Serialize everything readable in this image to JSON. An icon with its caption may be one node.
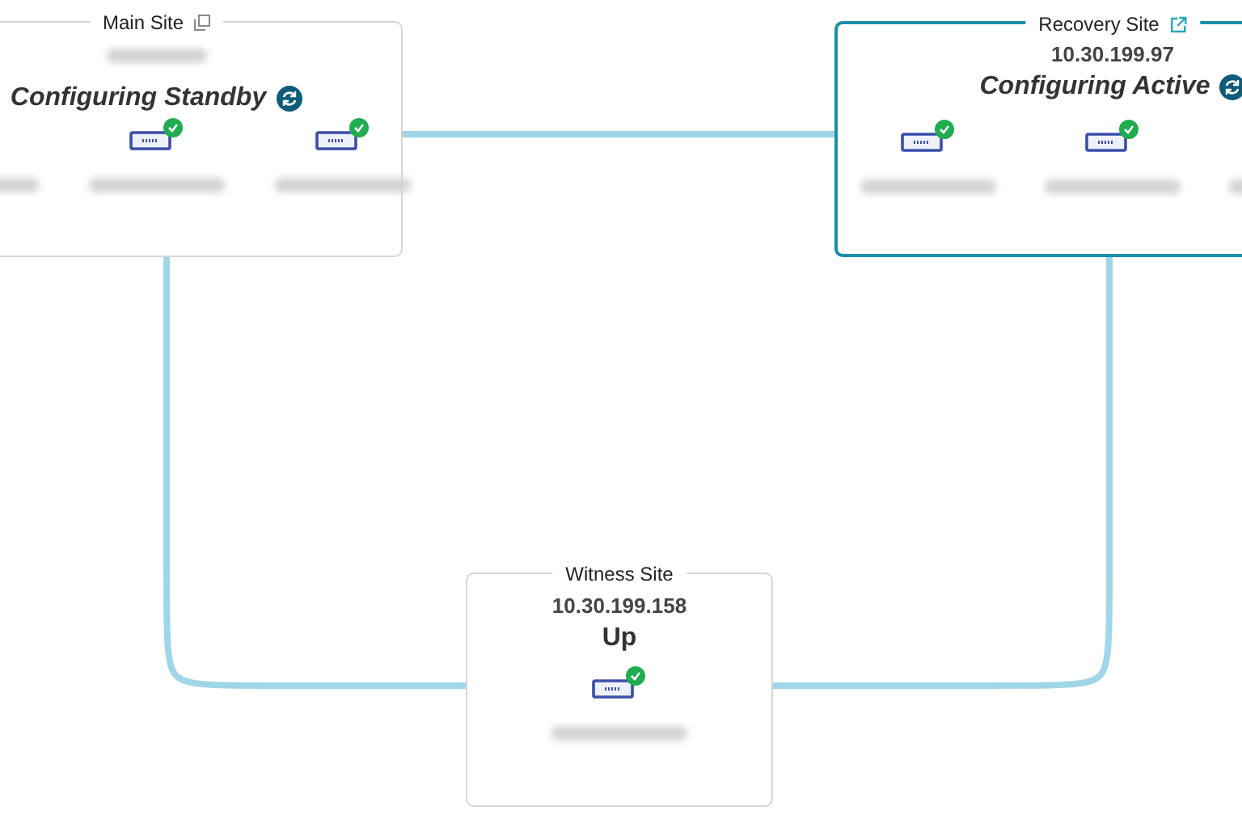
{
  "diagram": {
    "nodes": [
      {
        "text": [
          "Main Site",
          "Configuring Standby"
        ]
      },
      {
        "text": [
          "Recovery Site",
          "10.30.199.97",
          "Configuring Active"
        ]
      },
      {
        "text": [
          "Witness Site",
          "10.30.199.158",
          "Up"
        ]
      }
    ],
    "edges": [
      {
        "from": 0,
        "to": 1,
        "arrow": "none"
      },
      {
        "from": 0,
        "to": 2,
        "arrow": "none"
      },
      {
        "from": 1,
        "to": 2,
        "arrow": "none"
      }
    ]
  }
}
